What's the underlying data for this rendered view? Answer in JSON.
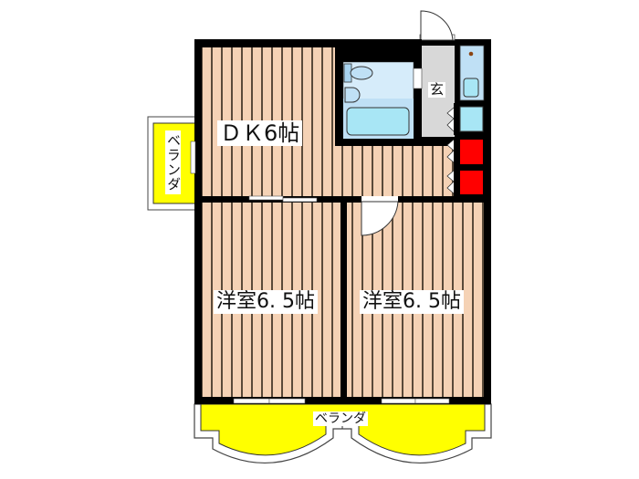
{
  "floorplan": {
    "rooms": [
      {
        "id": "dk",
        "label": "ＤＫ6帖",
        "type": "dining-kitchen"
      },
      {
        "id": "western-room-1",
        "label": "洋室6. 5帖",
        "type": "western-room"
      },
      {
        "id": "western-room-2",
        "label": "洋室6. 5帖",
        "type": "western-room"
      }
    ],
    "entrance": {
      "label": "玄"
    },
    "balconies": [
      {
        "id": "side-balcony",
        "label": "ベランダ"
      },
      {
        "id": "front-balcony",
        "label": "ベランダ"
      }
    ],
    "fixtures": [
      "toilet",
      "bathtub",
      "washbasin",
      "washing-machine-space",
      "kitchen-sink",
      "stove",
      "refrigerator-space"
    ],
    "colors": {
      "wall": "#000000",
      "floor": "#f5d2b5",
      "floor_stripe": "#5a4a3a",
      "balcony": "#ffff00",
      "bathroom": "#d6ecfa",
      "fixture": "#a8e6f5",
      "entrance": "#d8d8d8",
      "storage_red": "#ff0000"
    }
  }
}
